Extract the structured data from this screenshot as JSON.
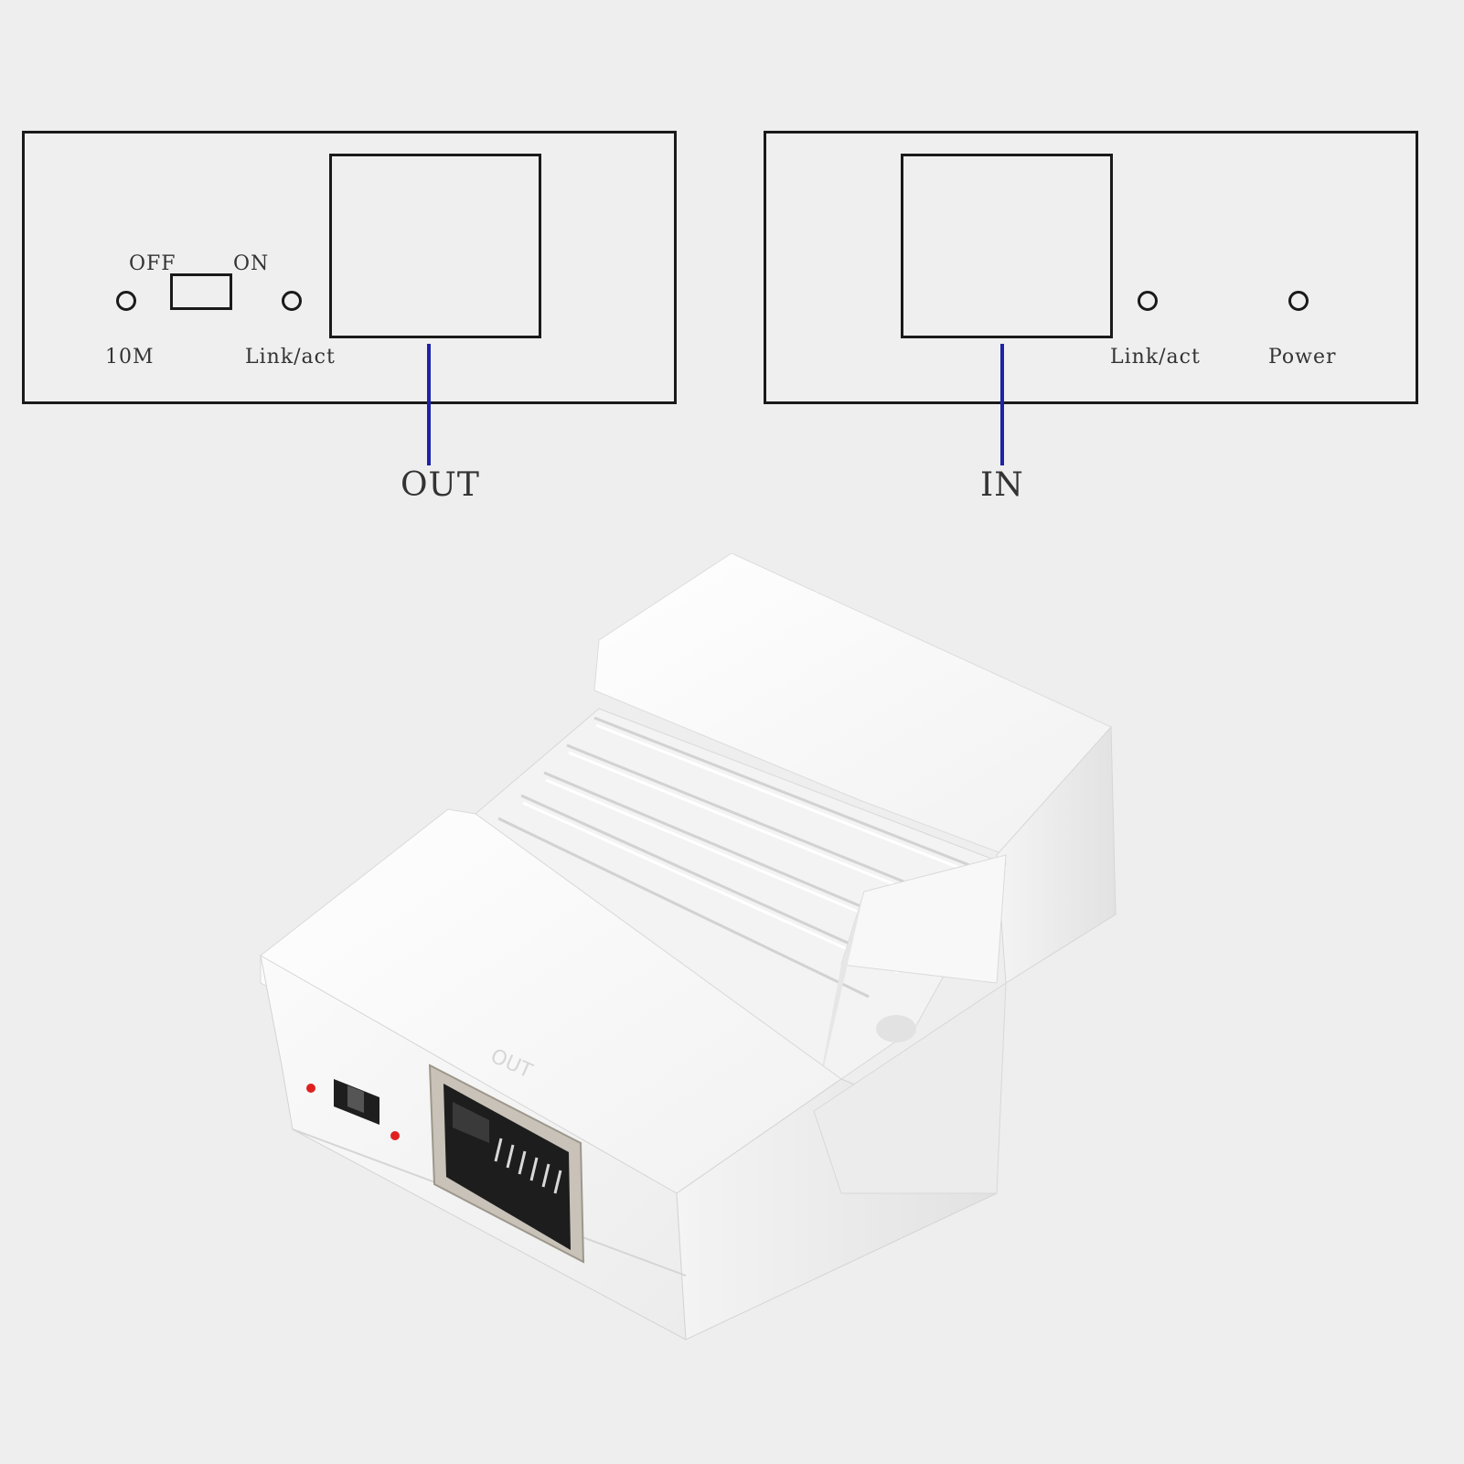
{
  "diagram": {
    "out_panel": {
      "switch_off_label": "OFF",
      "switch_on_label": "ON",
      "led_10m_label": "10M",
      "led_link_label": "Link/act",
      "port_label": "OUT"
    },
    "in_panel": {
      "led_link_label": "Link/act",
      "led_power_label": "Power",
      "port_label": "IN"
    },
    "leader_color": "#1f23a8"
  },
  "device_photo": {
    "port_label": "OUT",
    "led_colors": [
      "#e02020",
      "#e02020"
    ]
  }
}
